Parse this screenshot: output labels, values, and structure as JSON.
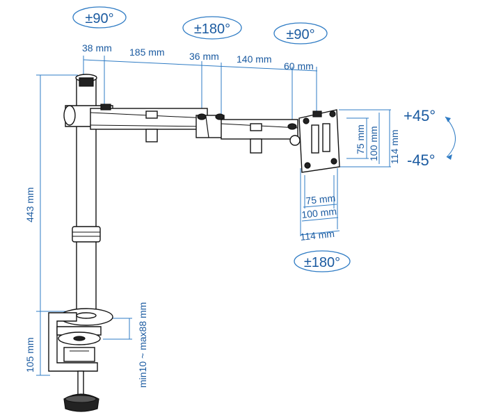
{
  "rotations": {
    "arm_base": "±90°",
    "arm_joint": "±180°",
    "head_swivel": "±90°",
    "tilt_up": "+45°",
    "tilt_down": "-45°",
    "rotate": "±180°"
  },
  "dimensions": {
    "seg1": "38 mm",
    "seg2": "185 mm",
    "seg3": "36 mm",
    "seg4": "140 mm",
    "seg5": "60 mm",
    "pole_height": "443 mm",
    "clamp_height": "105 mm",
    "desk_thickness": "min10 ~ max88 mm",
    "vesa_h_75": "75 mm",
    "vesa_h_100": "100 mm",
    "vesa_h_114": "114 mm",
    "vesa_w_75": "75 mm",
    "vesa_w_100": "100 mm",
    "vesa_w_114": "114 mm"
  },
  "colors": {
    "accent": "#1a5aa0",
    "line": "#2e7bc4",
    "product": "#111111"
  }
}
